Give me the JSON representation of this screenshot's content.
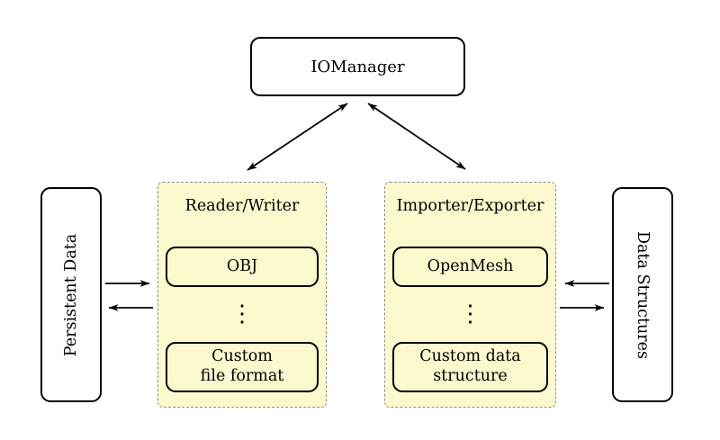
{
  "diagram": {
    "colors": {
      "background": "#ffffff",
      "group_fill": "#fbf9cd",
      "group_border": "#8f8f8f",
      "node_border": "#000000",
      "node_fill": "#ffffff"
    },
    "iomanager": {
      "label": "IOManager"
    },
    "persistent_data": {
      "label": "Persistent Data"
    },
    "data_structures": {
      "label": "Data Structures"
    },
    "reader_writer": {
      "title": "Reader/Writer",
      "items": [
        {
          "label": "OBJ"
        },
        {
          "label": "⋮"
        },
        {
          "label": "Custom\nfile format"
        }
      ]
    },
    "importer_exporter": {
      "title": "Importer/Exporter",
      "items": [
        {
          "label": "OpenMesh"
        },
        {
          "label": "⋮"
        },
        {
          "label": "Custom data\nstructure"
        }
      ]
    },
    "edges": [
      {
        "from": "iomanager",
        "to": "reader_writer",
        "direction": "bidirectional"
      },
      {
        "from": "iomanager",
        "to": "importer_exporter",
        "direction": "bidirectional"
      },
      {
        "from": "persistent_data",
        "to": "reader_writer",
        "direction": "forward"
      },
      {
        "from": "reader_writer",
        "to": "persistent_data",
        "direction": "forward"
      },
      {
        "from": "data_structures",
        "to": "importer_exporter",
        "direction": "forward"
      },
      {
        "from": "importer_exporter",
        "to": "data_structures",
        "direction": "forward"
      }
    ]
  }
}
